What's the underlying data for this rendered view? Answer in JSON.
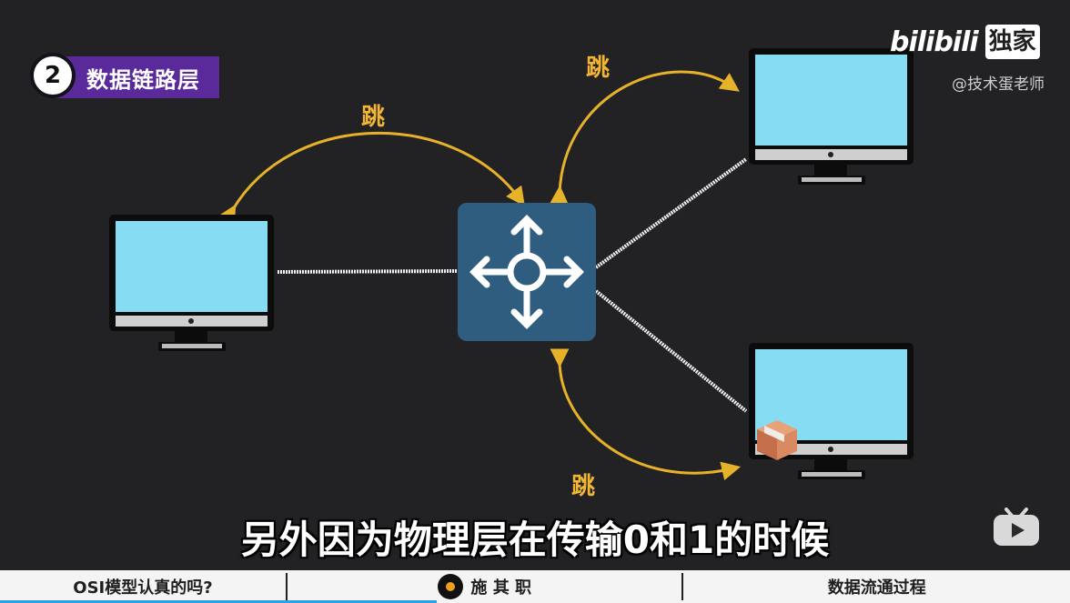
{
  "section": {
    "number": "2",
    "title": "数据链路层"
  },
  "diagram": {
    "jump_labels": [
      "跳",
      "跳",
      "跳"
    ],
    "line_color": "#f0f0f0",
    "arrow_color": "#e6b22a",
    "screen_color": "#86dcf2",
    "switch_color": "#2f5d7f"
  },
  "watermark": {
    "brand": "bilibili",
    "exclusive": "独家",
    "author": "@技术蛋老师"
  },
  "subtitle": "另外因为物理层在传输0和1的时候",
  "chapters": {
    "left": "OSI模型认真的吗?",
    "middle": "施 其 职",
    "right": "数据流通过程"
  },
  "icons": [
    "monitor-icon",
    "network-switch-icon",
    "package-icon",
    "bilibili-tv-icon",
    "disc-icon"
  ]
}
